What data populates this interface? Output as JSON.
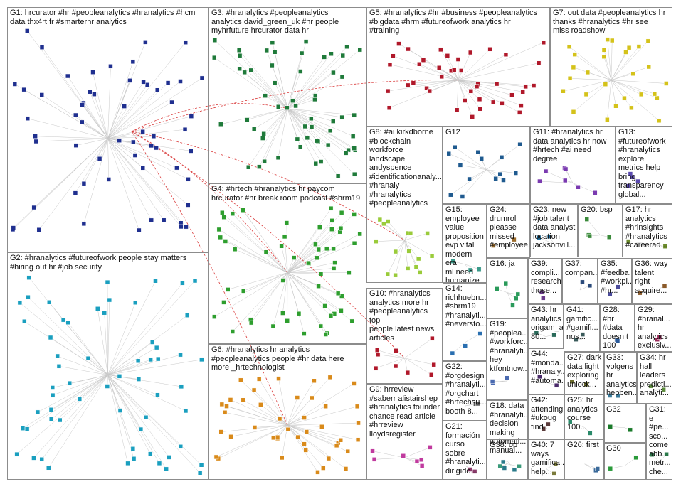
{
  "graph": {
    "groups": [
      {
        "id": "G1",
        "label": "G1: hrcurator #hr #peopleanalytics #hranalytics #hcm\ndata thx4rt fr #smarterhr analytics",
        "color": "#1f2f8f"
      },
      {
        "id": "G2",
        "label": "G2: #hranalytics #futureofwork people stay matters\n#hiring out hr #job security",
        "color": "#1a9fbf"
      },
      {
        "id": "G3",
        "label": "G3: #hranalytics #peopleanalytics\nanalytics david_green_uk #hr people\nmyhrfuture hrcurator data hr",
        "color": "#1f7a3a"
      },
      {
        "id": "G4",
        "label": "G4: #hrtech #hranalytics hr paycom\nhrcurator #hr break room podcast #shrm19",
        "color": "#2e9e2e"
      },
      {
        "id": "G5",
        "label": "G5: #hranalytics #hr #business #peopleanalytics\n#bigdata #hrm #futureofwork analytics hr\n#training",
        "color": "#b0182a"
      },
      {
        "id": "G6",
        "label": "G6: #hranalytics hr analytics\n#peopleanalytics people #hr data here\nmore _hrtechnologist",
        "color": "#d98a1a"
      },
      {
        "id": "G7",
        "label": "G7: out data #peopleanalytics hr\nthanks #hranalytics #hr see\nmiss roadshow",
        "color": "#d4c21a"
      },
      {
        "id": "G8",
        "label": "G8: #ai kirkdborne\n#blockchain\nworkforce landscape\nandyspence\n#identificationanaly...\n#hranaly\n#hranalytics\n#peopleanalytics",
        "color": "#9acb3a"
      },
      {
        "id": "G9",
        "label": "G9: hrreview\n#saberr alistairshep\n#hranalytics founder\nchance read article\n#hrreview\nlloydsregister",
        "color": "#c03a9e"
      },
      {
        "id": "G10",
        "label": "G10: #hranalytics\nanalytics more hr\n#peopleanalytics top\npeople latest news\narticles",
        "color": "#b0182a"
      },
      {
        "id": "G11",
        "label": "G11: #hranalytics hr\ndata analytics hr now\n#hrtech #ai need\ndegree",
        "color": "#7a3ab0"
      },
      {
        "id": "G12",
        "label": "G12",
        "color": "#1f5a8f"
      },
      {
        "id": "G13",
        "label": "G13:\n#futureofwork\n#hranalytics\nexplore\nmetrics help\nbring\ntransparency\nglobal...",
        "color": "#5a4ab0"
      },
      {
        "id": "G14",
        "label": "G14:\nrichhuebn...\n#shrm19\n#hranalyti...\n#neversto...",
        "color": "#2a6fb0"
      },
      {
        "id": "G15",
        "label": "G15:\nemployee\nvalue\nproposition\nevp vital\nmodern era\nml need\nhumanize",
        "color": "#3a9a8a"
      },
      {
        "id": "G16",
        "label": "G16: ja",
        "color": "#2a9a5a"
      },
      {
        "id": "G17",
        "label": "G17: hr\nanalytics\n#hrinsights\n#hranalytics\n#careerad...",
        "color": "#6a8a2a"
      },
      {
        "id": "G18",
        "label": "G18: data\n#hranalyti...\ndecision\nmaking\nautomati...\nmanual...",
        "color": "#2a7a8a"
      },
      {
        "id": "G19",
        "label": "G19:\n#peoplea...\n#workforc...\n#hranalyti...\nhey\nktfontnow...",
        "color": "#4a6ab0"
      },
      {
        "id": "G20",
        "label": "G20: bsp",
        "color": "#3a8a3a"
      },
      {
        "id": "G21",
        "label": "G21:\nformación\ncurso\nsobre\n#hranalyti...\ndirigido...",
        "color": "#8a3a6a"
      },
      {
        "id": "G22",
        "label": "G22:\n#orgdesign\n#hranalyti...\n#orgchart\n#hrtechsu...\nbooth 8...",
        "color": "#5a5a5a"
      },
      {
        "id": "G23",
        "label": "G23: new\n#job talent\ndata analyst\nlocation\njacksonvill...",
        "color": "#1a6a9a"
      },
      {
        "id": "G24",
        "label": "G24:\ndrumroll\npleasse\nmissed\n#employee...",
        "color": "#9a6a2a"
      },
      {
        "id": "G25",
        "label": "G25: hr\nanalytics\ncourse\n100...",
        "color": "#2a8a6a"
      },
      {
        "id": "G26",
        "label": "G26: first",
        "color": "#3a6a9a"
      },
      {
        "id": "G27",
        "label": "G27: dark\ndata light\nexploring\nunlock...",
        "color": "#6a6a2a"
      },
      {
        "id": "G28",
        "label": "G28: #hr\n#data\ndoesn t\n100\naccurat...",
        "color": "#2a5a9a"
      },
      {
        "id": "G29",
        "label": "G29:\n#hranal...\nhr\nanalytics\nexclusiv...",
        "color": "#9a2a5a"
      },
      {
        "id": "G30",
        "label": "G30",
        "color": "#2a9a3a"
      },
      {
        "id": "G31",
        "label": "G31:\ne\n#pe...\nsco...\ncome\nabb...\nmetr...\nche...",
        "color": "#2a7a4a"
      },
      {
        "id": "G32",
        "label": "G32",
        "color": "#1a7a2a"
      },
      {
        "id": "G33",
        "label": "G33:\nvolgens\nhr\nanalytics\nhebben...",
        "color": "#3a7a9a"
      },
      {
        "id": "G34",
        "label": "G34: hr\nhall\nleaders\npredicti...\nanalyti...",
        "color": "#5a8a3a"
      },
      {
        "id": "G35",
        "label": "G35:\n#feedba...\n#workpl...\n#hr...",
        "color": "#4a4a9a"
      },
      {
        "id": "G36",
        "label": "G36: way\ntalent\nright\nacquire...",
        "color": "#8a5a2a"
      },
      {
        "id": "G37",
        "label": "G37:\ncompan...",
        "color": "#2a4a7a"
      },
      {
        "id": "G38",
        "label": "G38: op",
        "color": "#3a9a7a"
      },
      {
        "id": "G39",
        "label": "G39:\ncompli...\nresearch\nthose...",
        "color": "#6a3a8a"
      },
      {
        "id": "G40",
        "label": "G40: 7\nways\ngamifica...\nhelp...",
        "color": "#7a7a3a"
      },
      {
        "id": "G41",
        "label": "G41:\ngamific...\n#gamifi...\nnos...",
        "color": "#3a5a5a"
      },
      {
        "id": "G42",
        "label": "G42:\nattending\n#ukoug\nfind...",
        "color": "#5a3a3a"
      },
      {
        "id": "G43",
        "label": "G43: hr\nanalytics\norigam_ai\n80...",
        "color": "#2a6a5a"
      },
      {
        "id": "G44",
        "label": "G44:\n#monda...\n#hranaly...\n#automa...",
        "color": "#4a2a6a"
      }
    ]
  }
}
